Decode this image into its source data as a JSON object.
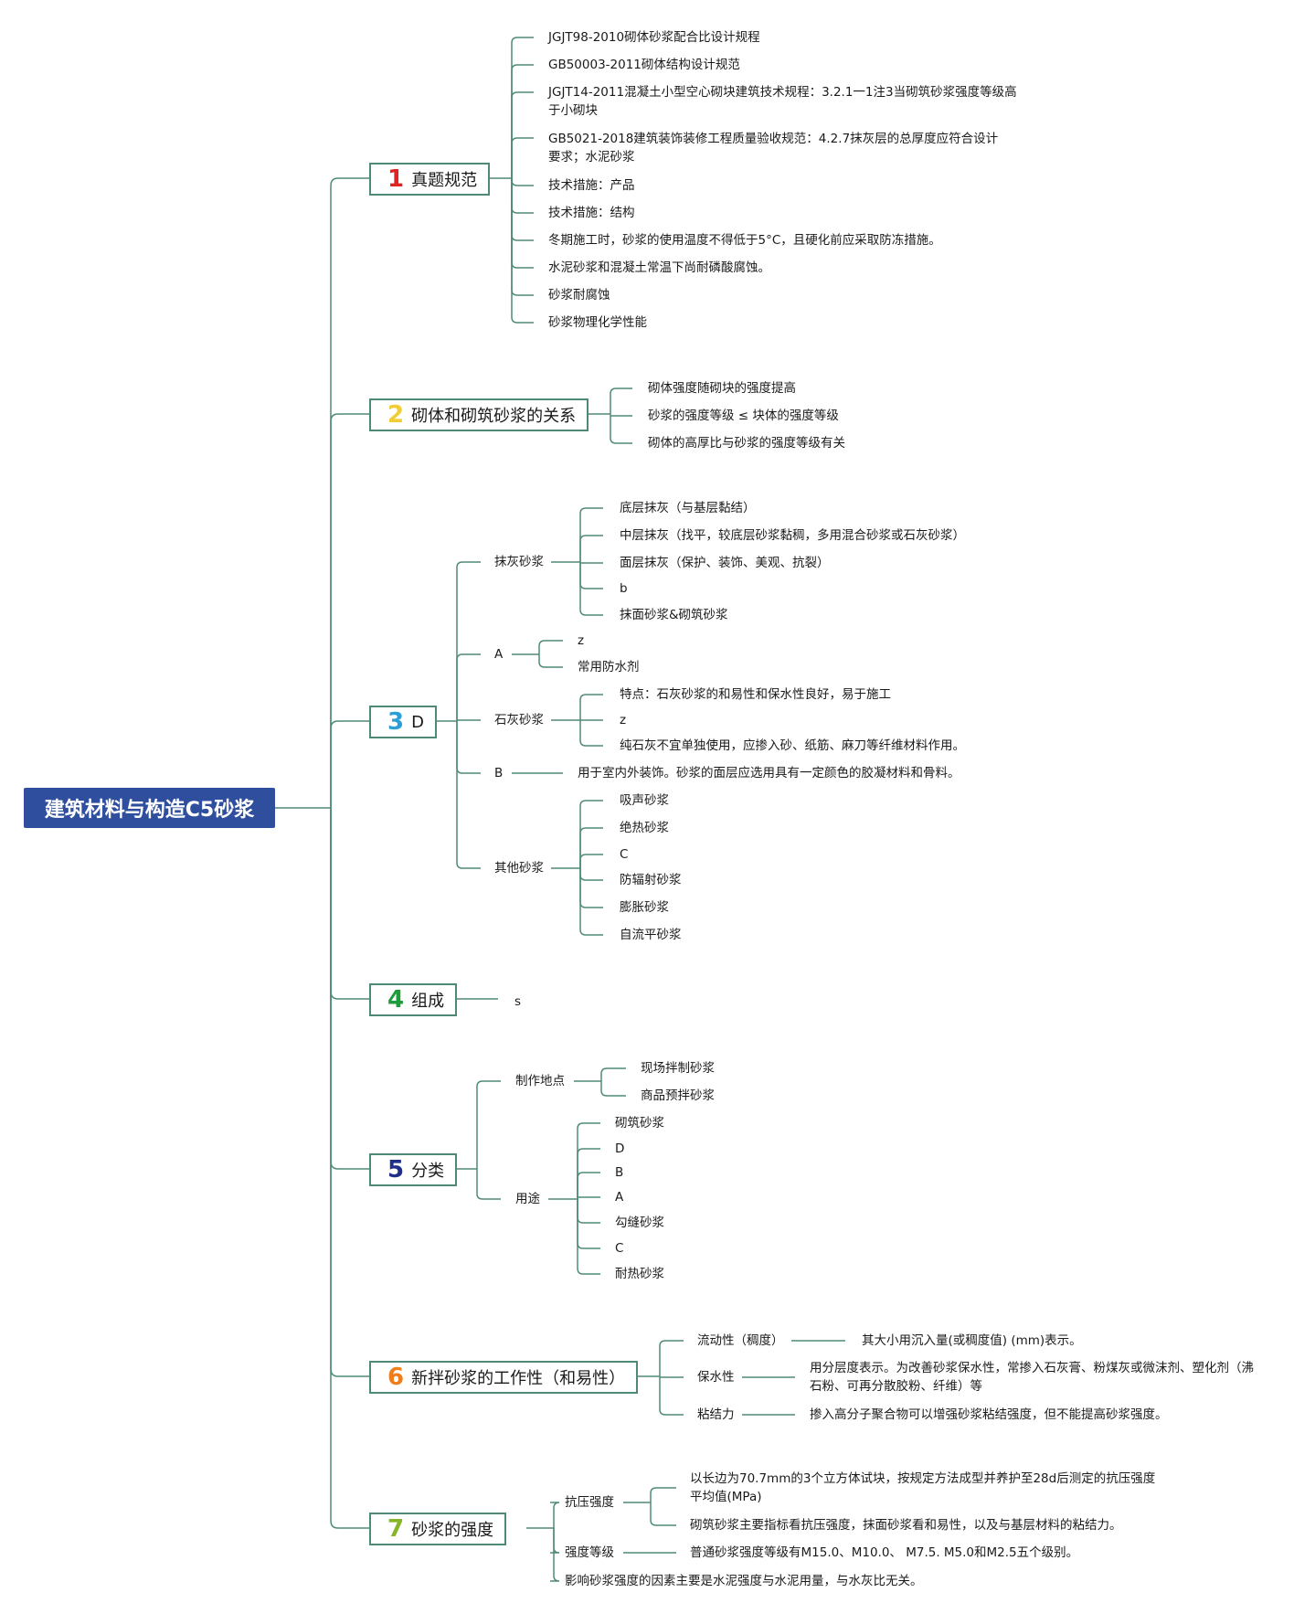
{
  "root": "建筑材料与构造C5砂浆",
  "colors": {
    "line": "#4f8a79",
    "root_bg": "#2f4f9e",
    "n1": "#e02424",
    "n2": "#f2cc33",
    "n3": "#2a9fd8",
    "n4": "#1e9b3a",
    "n5": "#1f2f8a",
    "n6": "#f07d1a",
    "n7": "#86b52a"
  },
  "c1": {
    "num": "1",
    "label": "真题规范",
    "items": [
      "JGJT98-2010砌体砂浆配合比设计规程",
      "GB50003-2011砌体结构设计规范",
      "JGJT14-2011混凝土小型空心砌块建筑技术规程：3.2.1一1注3当砌筑砂浆强度等级高于小砌块",
      "GB5021-2018建筑装饰装修工程质量验收规范：4.2.7抹灰层的总厚度应符合设计要求；水泥砂浆",
      "技术措施：产品",
      "技术措施：结构",
      "冬期施工时，砂浆的使用温度不得低于5°C，且硬化前应采取防冻措施。",
      "水泥砂浆和混凝土常温下尚耐磷酸腐蚀。",
      "砂浆耐腐蚀",
      "砂浆物理化学性能"
    ]
  },
  "c2": {
    "num": "2",
    "label": "砌体和砌筑砂浆的关系",
    "items": [
      "砌体强度随砌块的强度提高",
      "砂浆的强度等级 ≤ 块体的强度等级",
      "砌体的高厚比与砂浆的强度等级有关"
    ]
  },
  "c3": {
    "num": "3",
    "label": "D",
    "g1": {
      "label": "抹灰砂浆",
      "items": [
        "底层抹灰（与基层黏结）",
        "中层抹灰（找平，较底层砂浆黏稠，多用混合砂浆或石灰砂浆）",
        "面层抹灰（保护、装饰、美观、抗裂）",
        "b",
        "抹面砂浆&砌筑砂浆"
      ]
    },
    "g2": {
      "label": "A",
      "items": [
        "z",
        "常用防水剂"
      ]
    },
    "g3": {
      "label": "石灰砂浆",
      "items": [
        "特点：石灰砂浆的和易性和保水性良好，易于施工",
        "z",
        "纯石灰不宜单独使用，应掺入砂、纸筋、麻刀等纤维材料作用。"
      ]
    },
    "g4": {
      "label": "B",
      "items": [
        "用于室内外装饰。砂浆的面层应选用具有一定颜色的胶凝材料和骨料。"
      ]
    },
    "g5": {
      "label": "其他砂浆",
      "items": [
        "吸声砂浆",
        "绝热砂浆",
        "C",
        "防辐射砂浆",
        "膨胀砂浆",
        "自流平砂浆"
      ]
    }
  },
  "c4": {
    "num": "4",
    "label": "组成",
    "items": [
      "s"
    ]
  },
  "c5": {
    "num": "5",
    "label": "分类",
    "g1": {
      "label": "制作地点",
      "items": [
        "现场拌制砂浆",
        "商品预拌砂浆"
      ]
    },
    "g2": {
      "label": "用途",
      "items": [
        "砌筑砂浆",
        "D",
        "B",
        "A",
        "勾缝砂浆",
        "C",
        "耐热砂浆"
      ]
    }
  },
  "c6": {
    "num": "6",
    "label": "新拌砂浆的工作性（和易性）",
    "g1": {
      "label": "流动性（稠度）",
      "items": [
        "其大小用沉入量(或稠度值) (mm)表示。"
      ]
    },
    "g2": {
      "label": "保水性",
      "items": [
        "用分层度表示。为改善砂浆保水性，常掺入石灰膏、粉煤灰或微沫剂、塑化剂（沸石粉、可再分散胶粉、纤维）等"
      ]
    },
    "g3": {
      "label": "粘结力",
      "items": [
        "掺入高分子聚合物可以增强砂浆粘结强度，但不能提高砂浆强度。"
      ]
    }
  },
  "c7": {
    "num": "7",
    "label": "砂浆的强度",
    "g1": {
      "label": "抗压强度",
      "items": [
        "以长边为70.7mm的3个立方体试块，按规定方法成型并养护至28d后测定的抗压强度平均值(MPa)",
        "砌筑砂浆主要指标看抗压强度，抹面砂浆看和易性，以及与基层材料的粘结力。"
      ]
    },
    "g2": {
      "label": "强度等级",
      "items": [
        "普通砂浆强度等级有M15.0、M10.0、 M7.5. M5.0和M2.5五个级别。"
      ]
    },
    "g3": {
      "label": "影响砂浆强度的因素主要是水泥强度与水泥用量，与水灰比无关。"
    }
  }
}
